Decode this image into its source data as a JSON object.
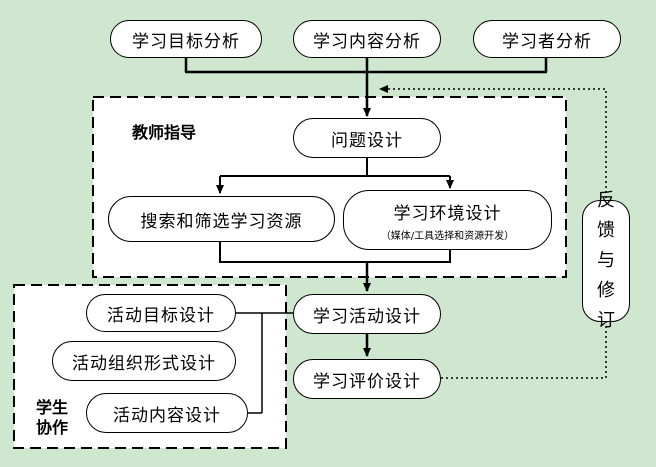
{
  "top_nodes": {
    "learning_goal_analysis": "学习目标分析",
    "learning_content_analysis": "学习内容分析",
    "learner_analysis": "学习者分析"
  },
  "teacher_guidance": {
    "label": "教师指导",
    "problem_design": "问题设计",
    "search_resources": "搜索和筛选学习资源",
    "environment_design": "学习环境设计",
    "environment_design_sub": "（媒体/工具选择和资源开发）"
  },
  "flow": {
    "activity_design": "学习活动设计",
    "evaluation_design": "学习评价设计"
  },
  "student_collab": {
    "label_line1": "学生",
    "label_line2": "协作",
    "activity_goal_design": "活动目标设计",
    "activity_form_design": "活动组织形式设计",
    "activity_content_design": "活动内容设计"
  },
  "feedback": {
    "chars": [
      "反",
      "馈",
      "与",
      "修",
      "订"
    ]
  }
}
